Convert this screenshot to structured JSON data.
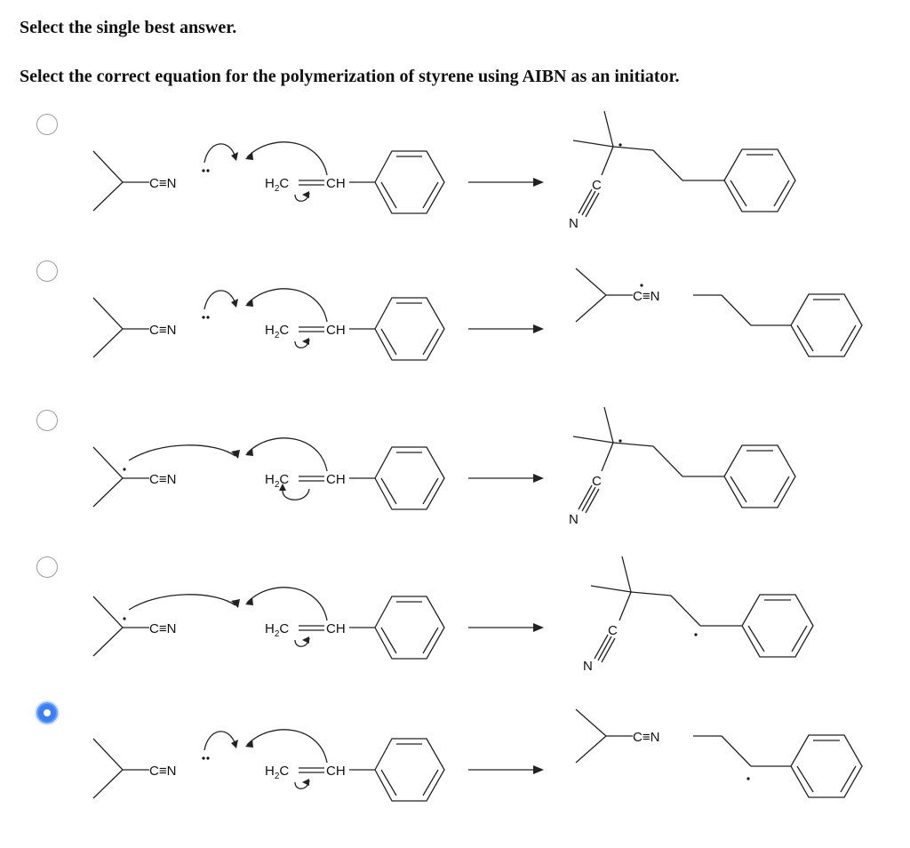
{
  "instruction": "Select the single best answer.",
  "question": "Select the correct equation for the polymerization of styrene using AIBN as an initiator.",
  "labels": {
    "nitrile": "C≡N",
    "c": "C",
    "n": "N",
    "h2c": "H",
    "two": "2",
    "c_after": "C",
    "ch": "CH"
  },
  "options": [
    {
      "id": "a",
      "selected": false,
      "reagent_radical": "nitrogen",
      "product": "alkyl-radical-nitrile"
    },
    {
      "id": "b",
      "selected": false,
      "reagent_radical": "nitrogen",
      "product": "c-radical-nitrile-chain"
    },
    {
      "id": "c",
      "selected": false,
      "reagent_radical": "carbon",
      "product": "alkyl-radical-nitrile"
    },
    {
      "id": "d",
      "selected": false,
      "reagent_radical": "carbon",
      "product": "benzylic-radical-nitrile"
    },
    {
      "id": "e",
      "selected": true,
      "reagent_radical": "nitrogen",
      "product": "benzylic-radical-chain"
    }
  ]
}
